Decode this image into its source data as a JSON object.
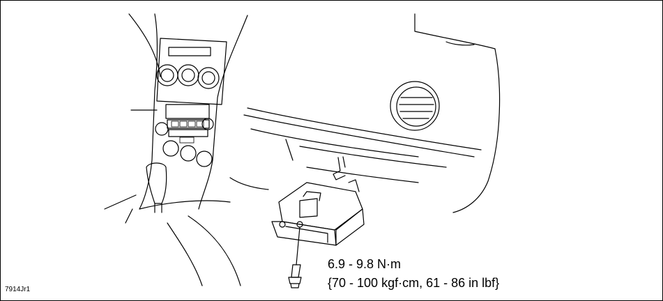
{
  "torque": {
    "line1": "6.9 - 9.8 N·m",
    "line2": "{70 - 100 kgf·cm, 61 - 86 in lbf}"
  },
  "figure_id": "7914Jr1"
}
